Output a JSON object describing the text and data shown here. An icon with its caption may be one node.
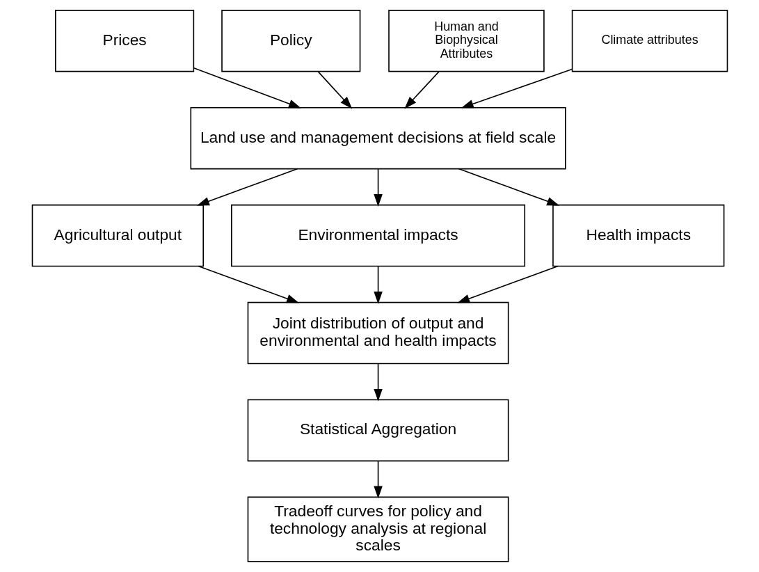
{
  "diagram": {
    "nodes": [
      {
        "text": [
          "Prices"
        ]
      },
      {
        "text": [
          "Policy"
        ]
      },
      {
        "text": [
          "Human and Biophysical Attributes"
        ]
      },
      {
        "text": [
          "Climate attributes"
        ]
      },
      {
        "text": [
          "Land use and management decisions at field scale"
        ]
      },
      {
        "text": [
          "Agricultural output"
        ]
      },
      {
        "text": [
          "Environmental impacts"
        ]
      },
      {
        "text": [
          "Health impacts"
        ]
      },
      {
        "text": [
          "Joint distribution of output and environmental and health impacts"
        ]
      },
      {
        "text": [
          "Statistical Aggregation"
        ]
      },
      {
        "text": [
          "Tradeoff curves for policy and technology analysis at regional scales"
        ]
      }
    ],
    "edges": [
      {
        "from": 0,
        "to": 4,
        "arrow": "to"
      },
      {
        "from": 1,
        "to": 4,
        "arrow": "to"
      },
      {
        "from": 2,
        "to": 4,
        "arrow": "to"
      },
      {
        "from": 3,
        "to": 4,
        "arrow": "to"
      },
      {
        "from": 4,
        "to": 5,
        "arrow": "to"
      },
      {
        "from": 4,
        "to": 6,
        "arrow": "to"
      },
      {
        "from": 4,
        "to": 7,
        "arrow": "to"
      },
      {
        "from": 5,
        "to": 8,
        "arrow": "to"
      },
      {
        "from": 6,
        "to": 8,
        "arrow": "to"
      },
      {
        "from": 7,
        "to": 8,
        "arrow": "to"
      },
      {
        "from": 8,
        "to": 9,
        "arrow": "to"
      },
      {
        "from": 9,
        "to": 10,
        "arrow": "to"
      }
    ]
  }
}
